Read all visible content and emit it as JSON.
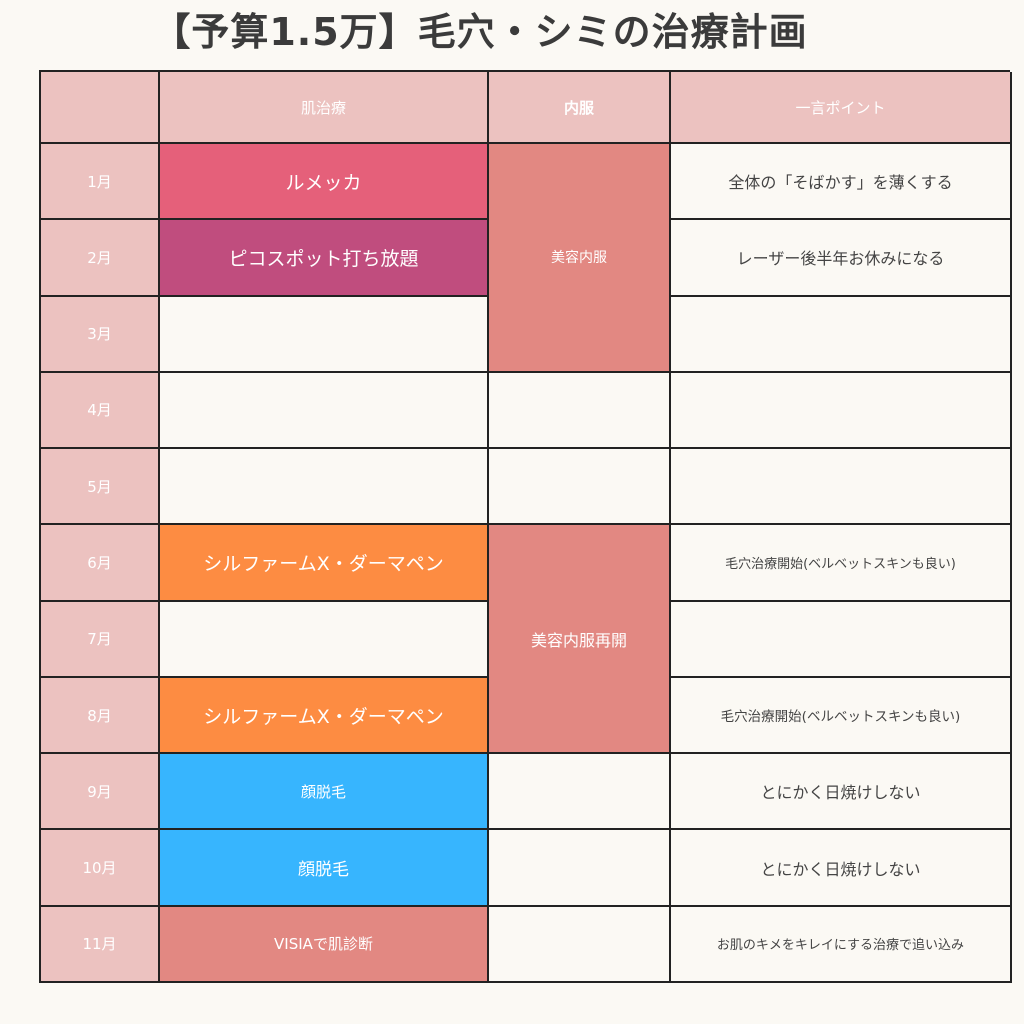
{
  "title": "【予算1.5万】毛穴・シミの治療計画",
  "headers": {
    "month": "",
    "skin": "肌治療",
    "oral": "内服",
    "point": "一言ポイント"
  },
  "months": [
    "1月",
    "2月",
    "3月",
    "4月",
    "5月",
    "6月",
    "7月",
    "8月",
    "9月",
    "10月",
    "11月"
  ],
  "skin": {
    "m1": "ルメッカ",
    "m2": "ピコスポット打ち放題",
    "m6": "シルファームX・ダーマペン",
    "m8": "シルファームX・ダーマペン",
    "m9": "顔脱毛",
    "m10": "顔脱毛",
    "m11": "VISIAで肌診断"
  },
  "oral": {
    "block1": "美容内服",
    "block2": "美容内服再開"
  },
  "points": {
    "m1": "全体の「そばかす」を薄くする",
    "m2": "レーザー後半年お休みになる",
    "m6": "毛穴治療開始(ベルベットスキンも良い)",
    "m8": "毛穴治療開始(ベルベットスキンも良い)",
    "m9": "とにかく日焼けしない",
    "m10": "とにかく日焼けしない",
    "m11": "お肌のキメをキレイにする治療で追い込み"
  },
  "colors": {
    "header": "#ecc2c0",
    "lumecca": "#e5607a",
    "pico": "#c04d7e",
    "dermapen": "#fd8c42",
    "hair_removal": "#37b5fe",
    "oral_block": "#e28882",
    "background": "#fbf9f4"
  }
}
